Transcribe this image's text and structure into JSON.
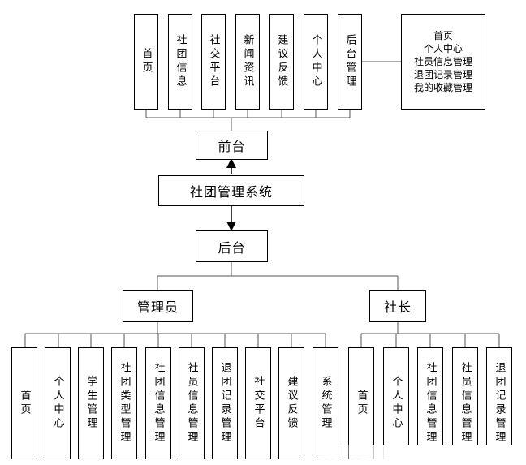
{
  "root": "社团管理系统",
  "frontend": {
    "label": "前台",
    "modules": [
      "首页",
      "社团信息",
      "社交平台",
      "新闻资讯",
      "建议反馈",
      "个人中心",
      "后台管理"
    ],
    "backend_list": [
      "首页",
      "个人中心",
      "社员信息管理",
      "退团记录管理",
      "我的收藏管理"
    ]
  },
  "backend": {
    "label": "后台",
    "admin": {
      "label": "管理员",
      "modules": [
        "首页",
        "个人中心",
        "学生管理",
        "社团类型管理",
        "社团信息管理",
        "社员信息管理",
        "退团记录管理",
        "社交平台",
        "建议反馈",
        "系统管理"
      ]
    },
    "president": {
      "label": "社长",
      "modules": [
        "首页",
        "个人中心",
        "社团信息管理",
        "社员信息管理",
        "退团记录管理"
      ]
    }
  }
}
